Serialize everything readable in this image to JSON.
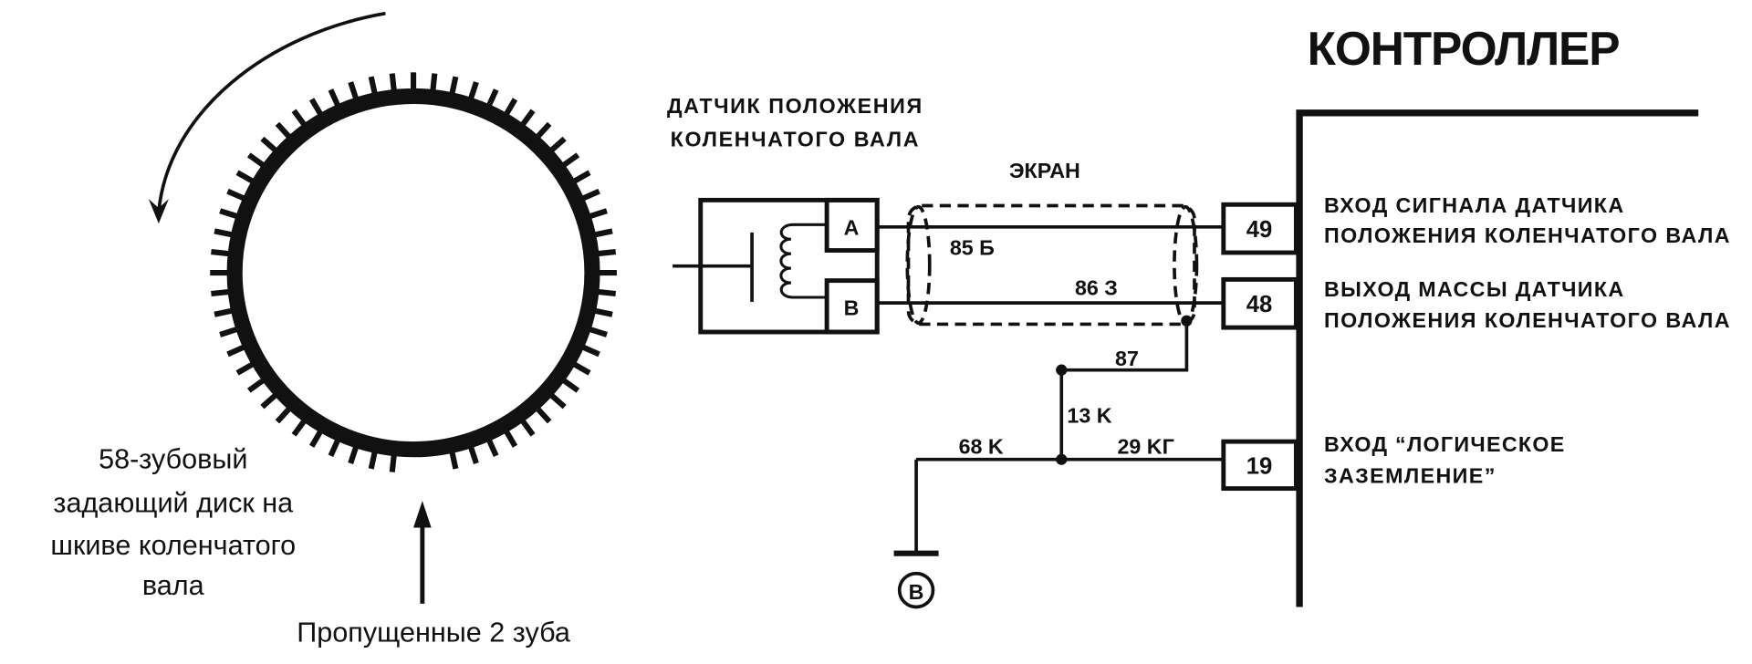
{
  "controller": {
    "title": "КОНТРОЛЛЕР",
    "pins": [
      {
        "number": "49",
        "label_line1": "ВХОД СИГНАЛА ДАТЧИКА",
        "label_line2": "ПОЛОЖЕНИЯ КОЛЕНЧАТОГО ВАЛА"
      },
      {
        "number": "48",
        "label_line1": "ВЫХОД МАССЫ ДАТЧИКА",
        "label_line2": "ПОЛОЖЕНИЯ КОЛЕНЧАТОГО ВАЛА"
      },
      {
        "number": "19",
        "label_line1": "ВХОД “ЛОГИЧЕСКОЕ",
        "label_line2": "ЗАЗЕМЛЕНИЕ”"
      }
    ]
  },
  "sensor": {
    "label_line1": "ДАТЧИК ПОЛОЖЕНИЯ",
    "label_line2": "КОЛЕНЧАТОГО ВАЛА",
    "pin_a": "A",
    "pin_b": "B"
  },
  "shield": {
    "label": "ЭКРАН"
  },
  "wires": {
    "w85": "85 Б",
    "w86": "86 З",
    "w87": "87",
    "w13": "13 K",
    "w68": "68 K",
    "w29": "29 KГ"
  },
  "ground": {
    "label": "B"
  },
  "disc": {
    "teeth": 58,
    "missing_teeth": 2,
    "caption_lines": [
      "58-зубовый",
      "задающий диск на",
      "шкиве коленчатого",
      "вала"
    ],
    "missing_label": "Пропущенные 2 зуба"
  }
}
